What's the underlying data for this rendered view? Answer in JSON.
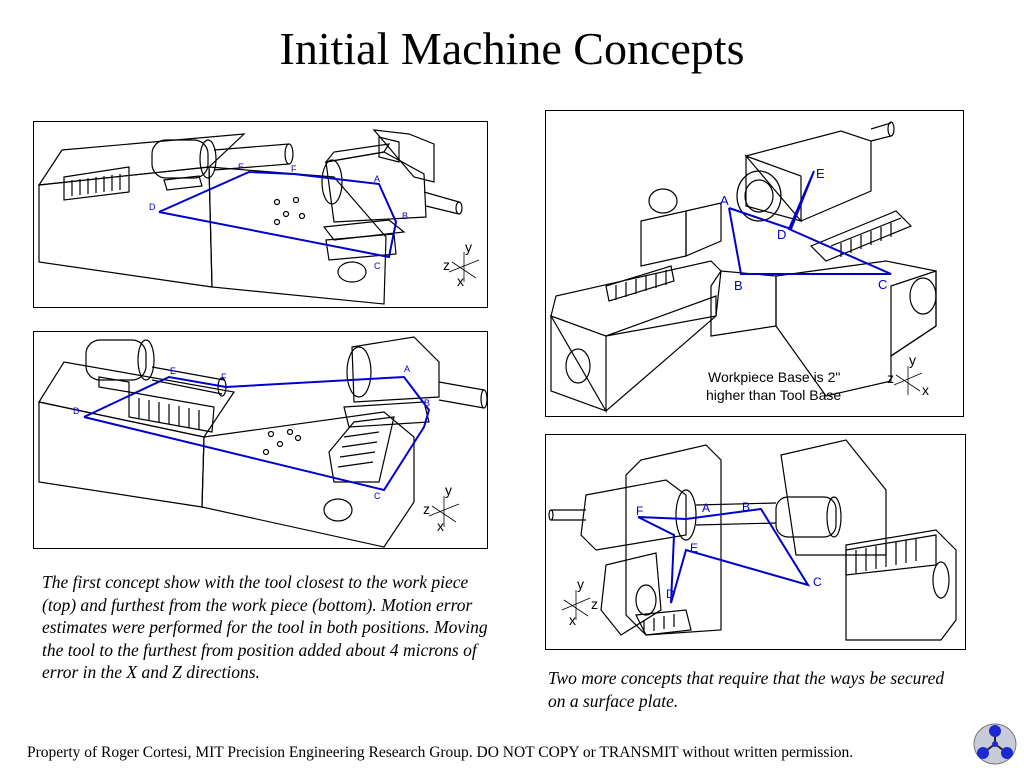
{
  "slide": {
    "title": "Initial Machine Concepts",
    "caption_left": "The first concept show with the tool closest to the work piece (top) and furthest from the work piece (bottom). Motion error estimates were performed for the tool in both positions. Moving the tool to the furthest from position added about 4 microns of error in the X and Z directions.",
    "caption_right": "Two more concepts that require that the ways be secured on a surface plate.",
    "footer": "Property of Roger Cortesi, MIT Precision Engineering Research Group. DO NOT COPY or TRANSMIT without written permission."
  },
  "figures": {
    "concept1_top": {
      "labels": {
        "a": "A",
        "b": "B",
        "c": "C",
        "d": "D",
        "e": "E",
        "f": "F"
      }
    },
    "concept1_bottom": {
      "labels": {
        "a": "A",
        "b": "B",
        "c": "C",
        "d": "D",
        "e": "E",
        "f": "F"
      }
    },
    "concept2": {
      "labels": {
        "a": "A",
        "b": "B",
        "c": "C",
        "d": "D",
        "e": "E"
      },
      "note_line1": "Workpiece Base is 2\"",
      "note_line2": "higher than Tool Base"
    },
    "concept3": {
      "labels": {
        "a": "A",
        "b": "B",
        "c": "C",
        "d": "D",
        "e": "E",
        "f": "F"
      }
    },
    "axes": {
      "x": "x",
      "y": "y",
      "z": "z"
    }
  },
  "colors": {
    "error_loop": "#0000cc",
    "outline": "#000000",
    "background": "#ffffff"
  },
  "icons": {
    "logo": "mit-precision-engineering-logo"
  }
}
